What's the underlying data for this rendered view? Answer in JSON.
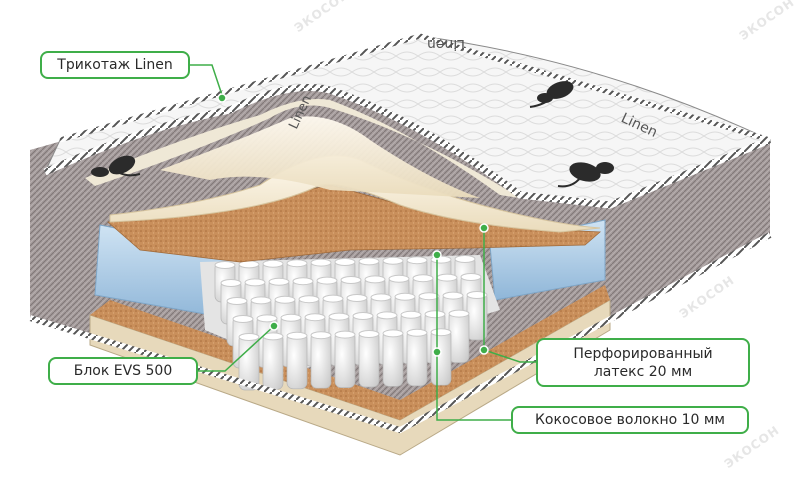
{
  "labels": {
    "top_left": "Трикотаж Linen",
    "left": "Блок EVS 500",
    "right_1_line1": "Перфорированный",
    "right_1_line2": "латекс 20 мм",
    "right_2": "Кокосовое волокно 10 мм"
  },
  "cover_text": [
    "Linen",
    "Linen",
    "Linen"
  ],
  "watermark_text": "ЭКОСОН",
  "colors": {
    "accent": "#3fae49",
    "cover": "#f4f4f4",
    "coconut": "#c98f5b",
    "latex": "#f3ead6",
    "foam": "#9fc3e0",
    "border_fabric": "#9a9090"
  },
  "icons": [
    "flower-print-icon"
  ]
}
